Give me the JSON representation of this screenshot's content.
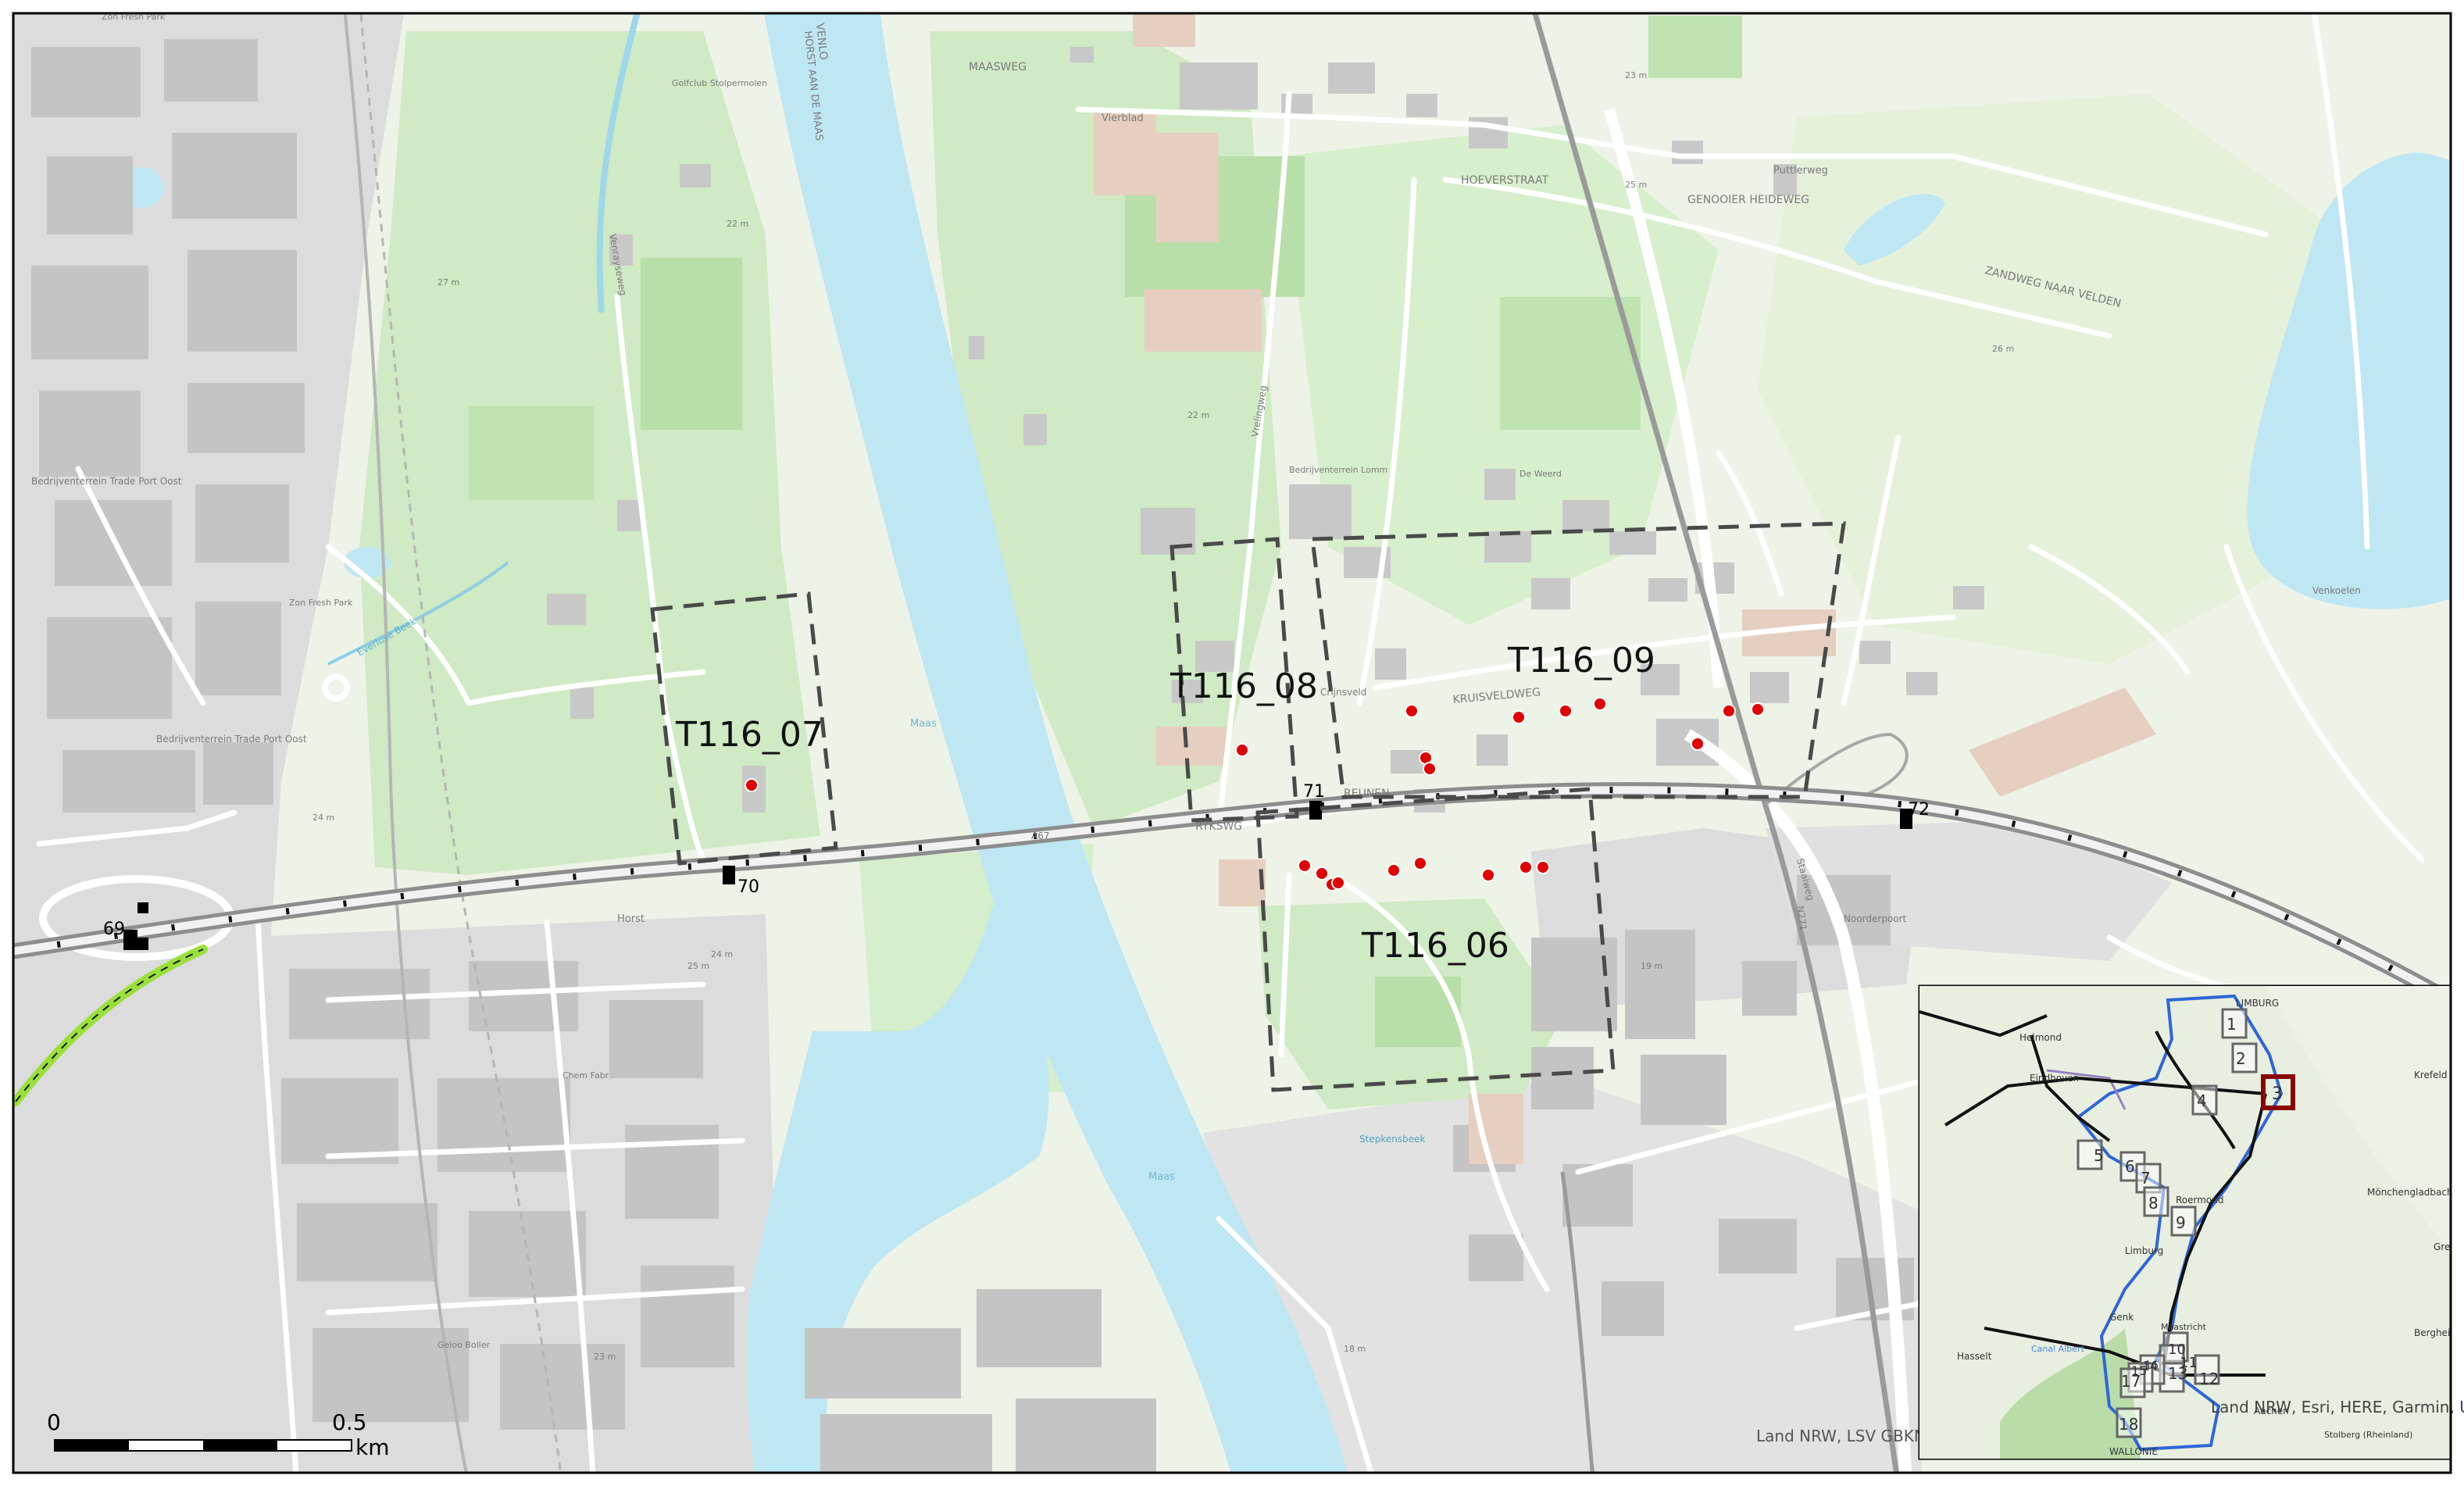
{
  "colors": {
    "water": "#bfe6f3",
    "green": "#cfeac4",
    "darkgreen": "#b8dea9",
    "urban": "#d9d9d9",
    "building": "#c2c2c2",
    "roofs": "#e8cfbf",
    "railway": "#9a9a9a",
    "survey_point": "#e00000",
    "frame": "#000000"
  },
  "map": {
    "study_areas": [
      {
        "id": "T116_06",
        "label": "T116_06"
      },
      {
        "id": "T116_07",
        "label": "T116_07"
      },
      {
        "id": "T116_08",
        "label": "T116_08"
      },
      {
        "id": "T116_09",
        "label": "T116_09"
      }
    ],
    "km_markers": [
      "69",
      "70",
      "71",
      "72"
    ],
    "street_labels": [
      "VENLO",
      "HORST AAN DE MAAS",
      "MAASWEG",
      "Vierblad",
      "HOEVERSTRAAT",
      "GENOOIER HEIDEWEG",
      "Puttlerweg",
      "ZANDWEG NAAR VELDEN",
      "KRUISVELDWEG",
      "REUNEN",
      "RYKSWG",
      "A67",
      "N271",
      "Venrayseweg",
      "Horst",
      "Bedrijventerrein Trade Port Oost",
      "Bedrijventerrein Trade Port Oost",
      "Zon Fresh Park",
      "Zon Fresh Park",
      "Golfclub Stolpermolen",
      "Everlose Beek",
      "Maas",
      "Maas",
      "Venkoelen",
      "Stepkensbeek",
      "Vrelingweg",
      "Noorderpoort",
      "Staaiweg",
      "Bedrijventerrein Lomm",
      "De Weerd",
      "Chem Fabr",
      "Geloo Boller",
      "Crijnsveld",
      "22 m",
      "25 m",
      "23 m",
      "27 m",
      "24 m",
      "22 m",
      "26 m",
      "25 m",
      "18 m",
      "23 m",
      "24 m",
      "19 m"
    ],
    "scalebar": {
      "zero": "0",
      "half": "0.5",
      "unit": "km"
    }
  },
  "inset": {
    "places": [
      "LIMBURG",
      "Helmond",
      "Eindhoven",
      "Roermond",
      "Limburg",
      "Genk",
      "Hasselt",
      "Maastricht",
      "Aachen",
      "Krefeld",
      "Mönchengladbach",
      "Stolberg (Rheinland)",
      "Bergheim",
      "Greve",
      "WALLONIE",
      "Canal Albert"
    ],
    "numbers": [
      "1",
      "2",
      "3",
      "4",
      "5",
      "6",
      "7",
      "8",
      "9",
      "10",
      "11",
      "12",
      "13",
      "14",
      "15",
      "16",
      "17",
      "18"
    ],
    "current": "3",
    "attribution": "Land NRW, Esri, HERE, Garmin, USGS, NGA"
  },
  "attribution_main": "Land NRW, LSV GBKN"
}
